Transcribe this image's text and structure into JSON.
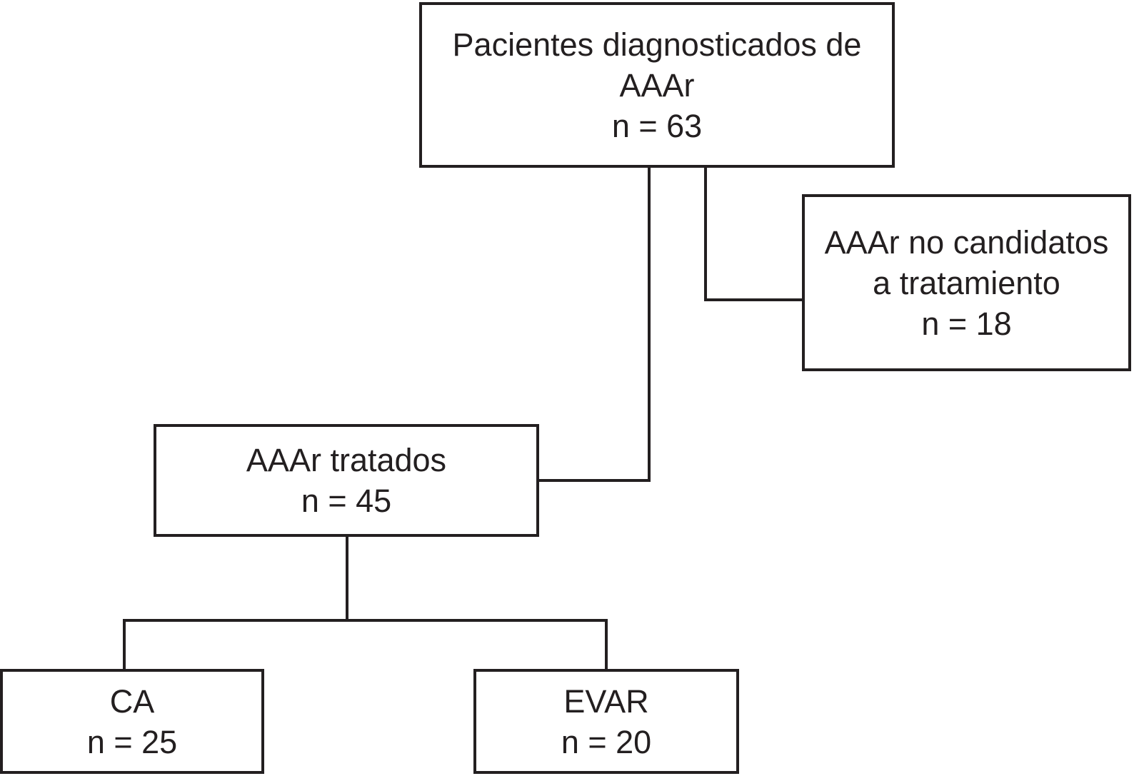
{
  "figure": {
    "background": "#ffffff",
    "line_color": "#231f20",
    "text_color": "#231f20"
  },
  "nodes": {
    "diagnosed": {
      "lines": [
        "Pacientes diagnosticados de",
        "AAAr",
        "n = 63"
      ]
    },
    "not_candidates": {
      "lines": [
        "AAAr no candidatos",
        "a tratamiento",
        "n = 18"
      ]
    },
    "treated": {
      "lines": [
        "AAAr tratados",
        "n = 45"
      ]
    },
    "ca": {
      "lines": [
        "CA",
        "n = 25"
      ]
    },
    "evar": {
      "lines": [
        "EVAR",
        "n = 20"
      ]
    }
  }
}
